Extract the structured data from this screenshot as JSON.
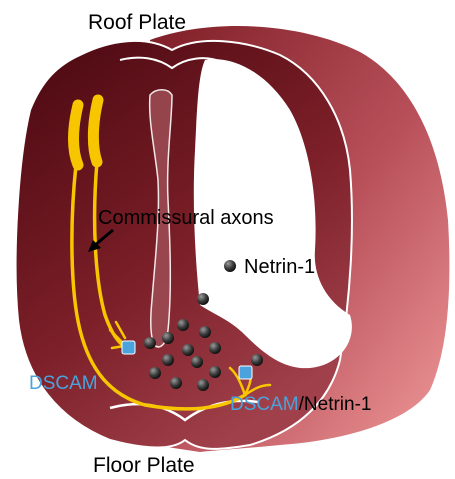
{
  "labels": {
    "roof_plate": "Roof Plate",
    "floor_plate": "Floor Plate",
    "commissural_axons": "Commissural axons",
    "netrin": "Netrin-1",
    "dscam_left": "DSCAM",
    "dscam_right": "DSCAM",
    "netrin_suffix": "/Netrin-1"
  },
  "colors": {
    "tissue_dark": "#5a0d14",
    "tissue_mid": "#8e2b33",
    "tissue_light": "#e89090",
    "axon": "#f7c600",
    "receptor": "#4aa3dc",
    "netrin_dot": "#2a2a2a",
    "dscam_text": "#4aa3dc"
  },
  "icons": [
    "netrin-particle-icon",
    "dscam-receptor-icon",
    "arrow-icon"
  ]
}
